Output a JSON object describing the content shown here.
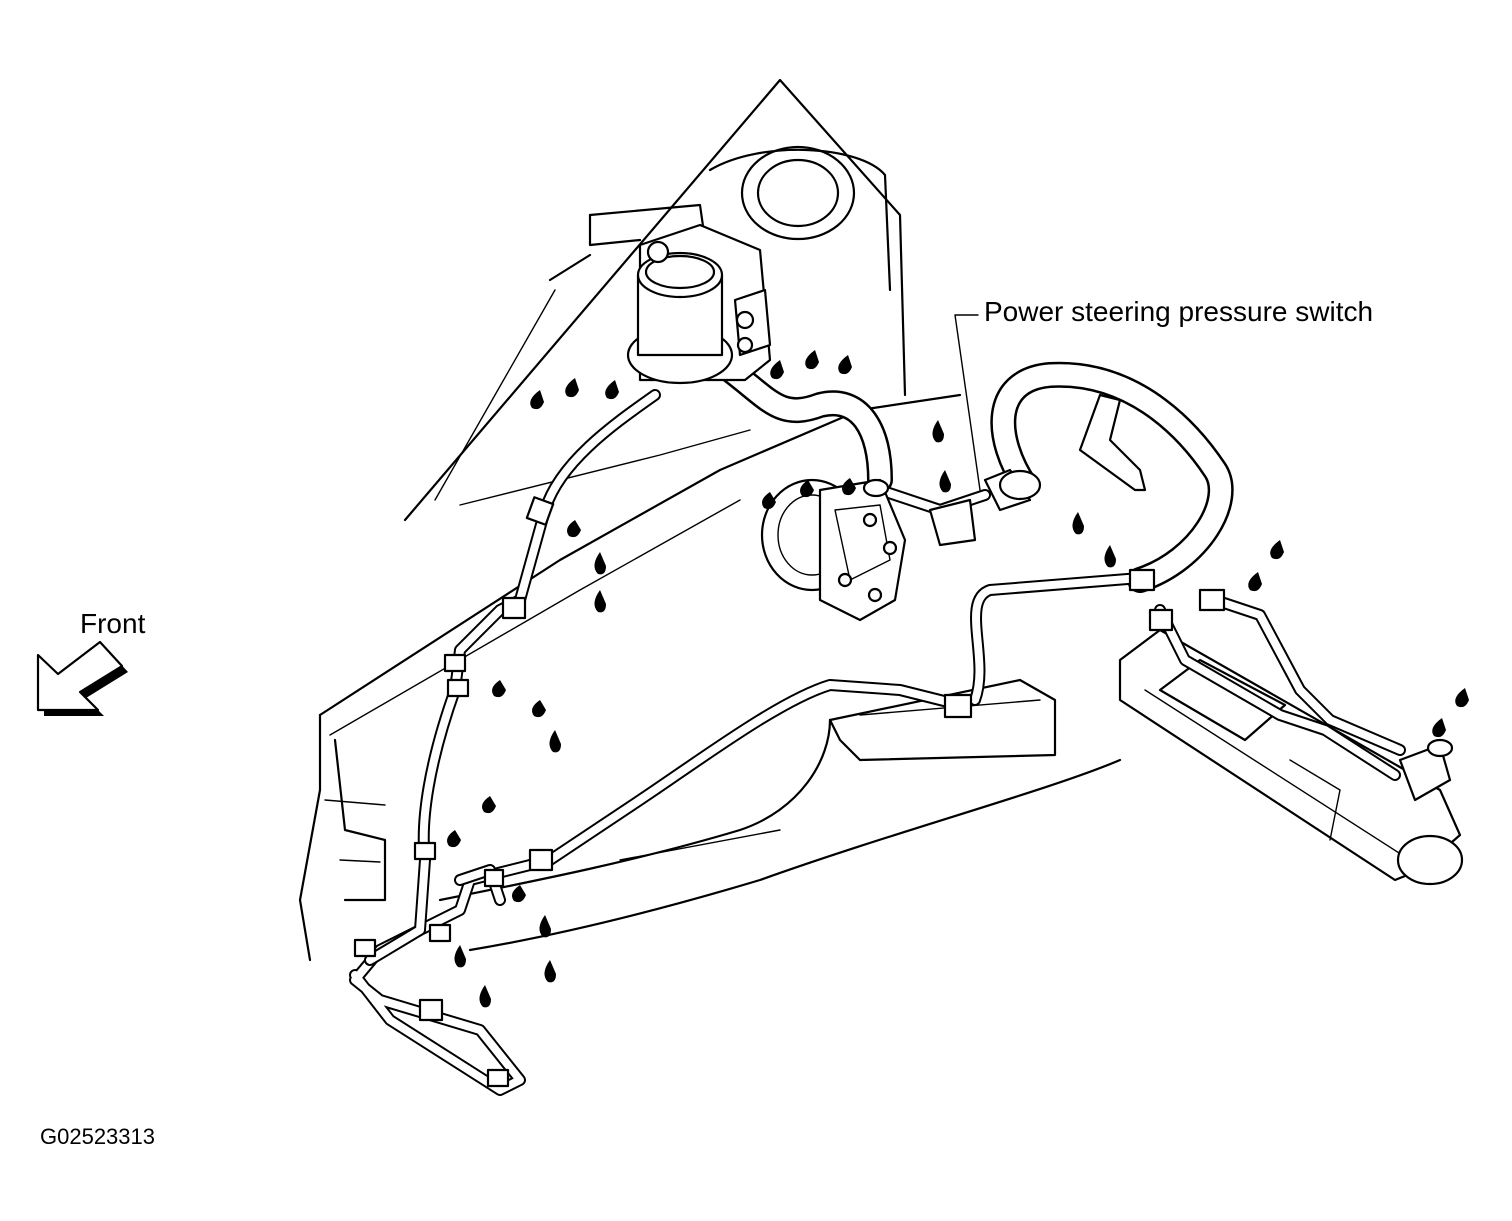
{
  "labels": {
    "pressure_switch": "Power steering pressure switch",
    "front": "Front",
    "figure_id": "G02523313"
  }
}
